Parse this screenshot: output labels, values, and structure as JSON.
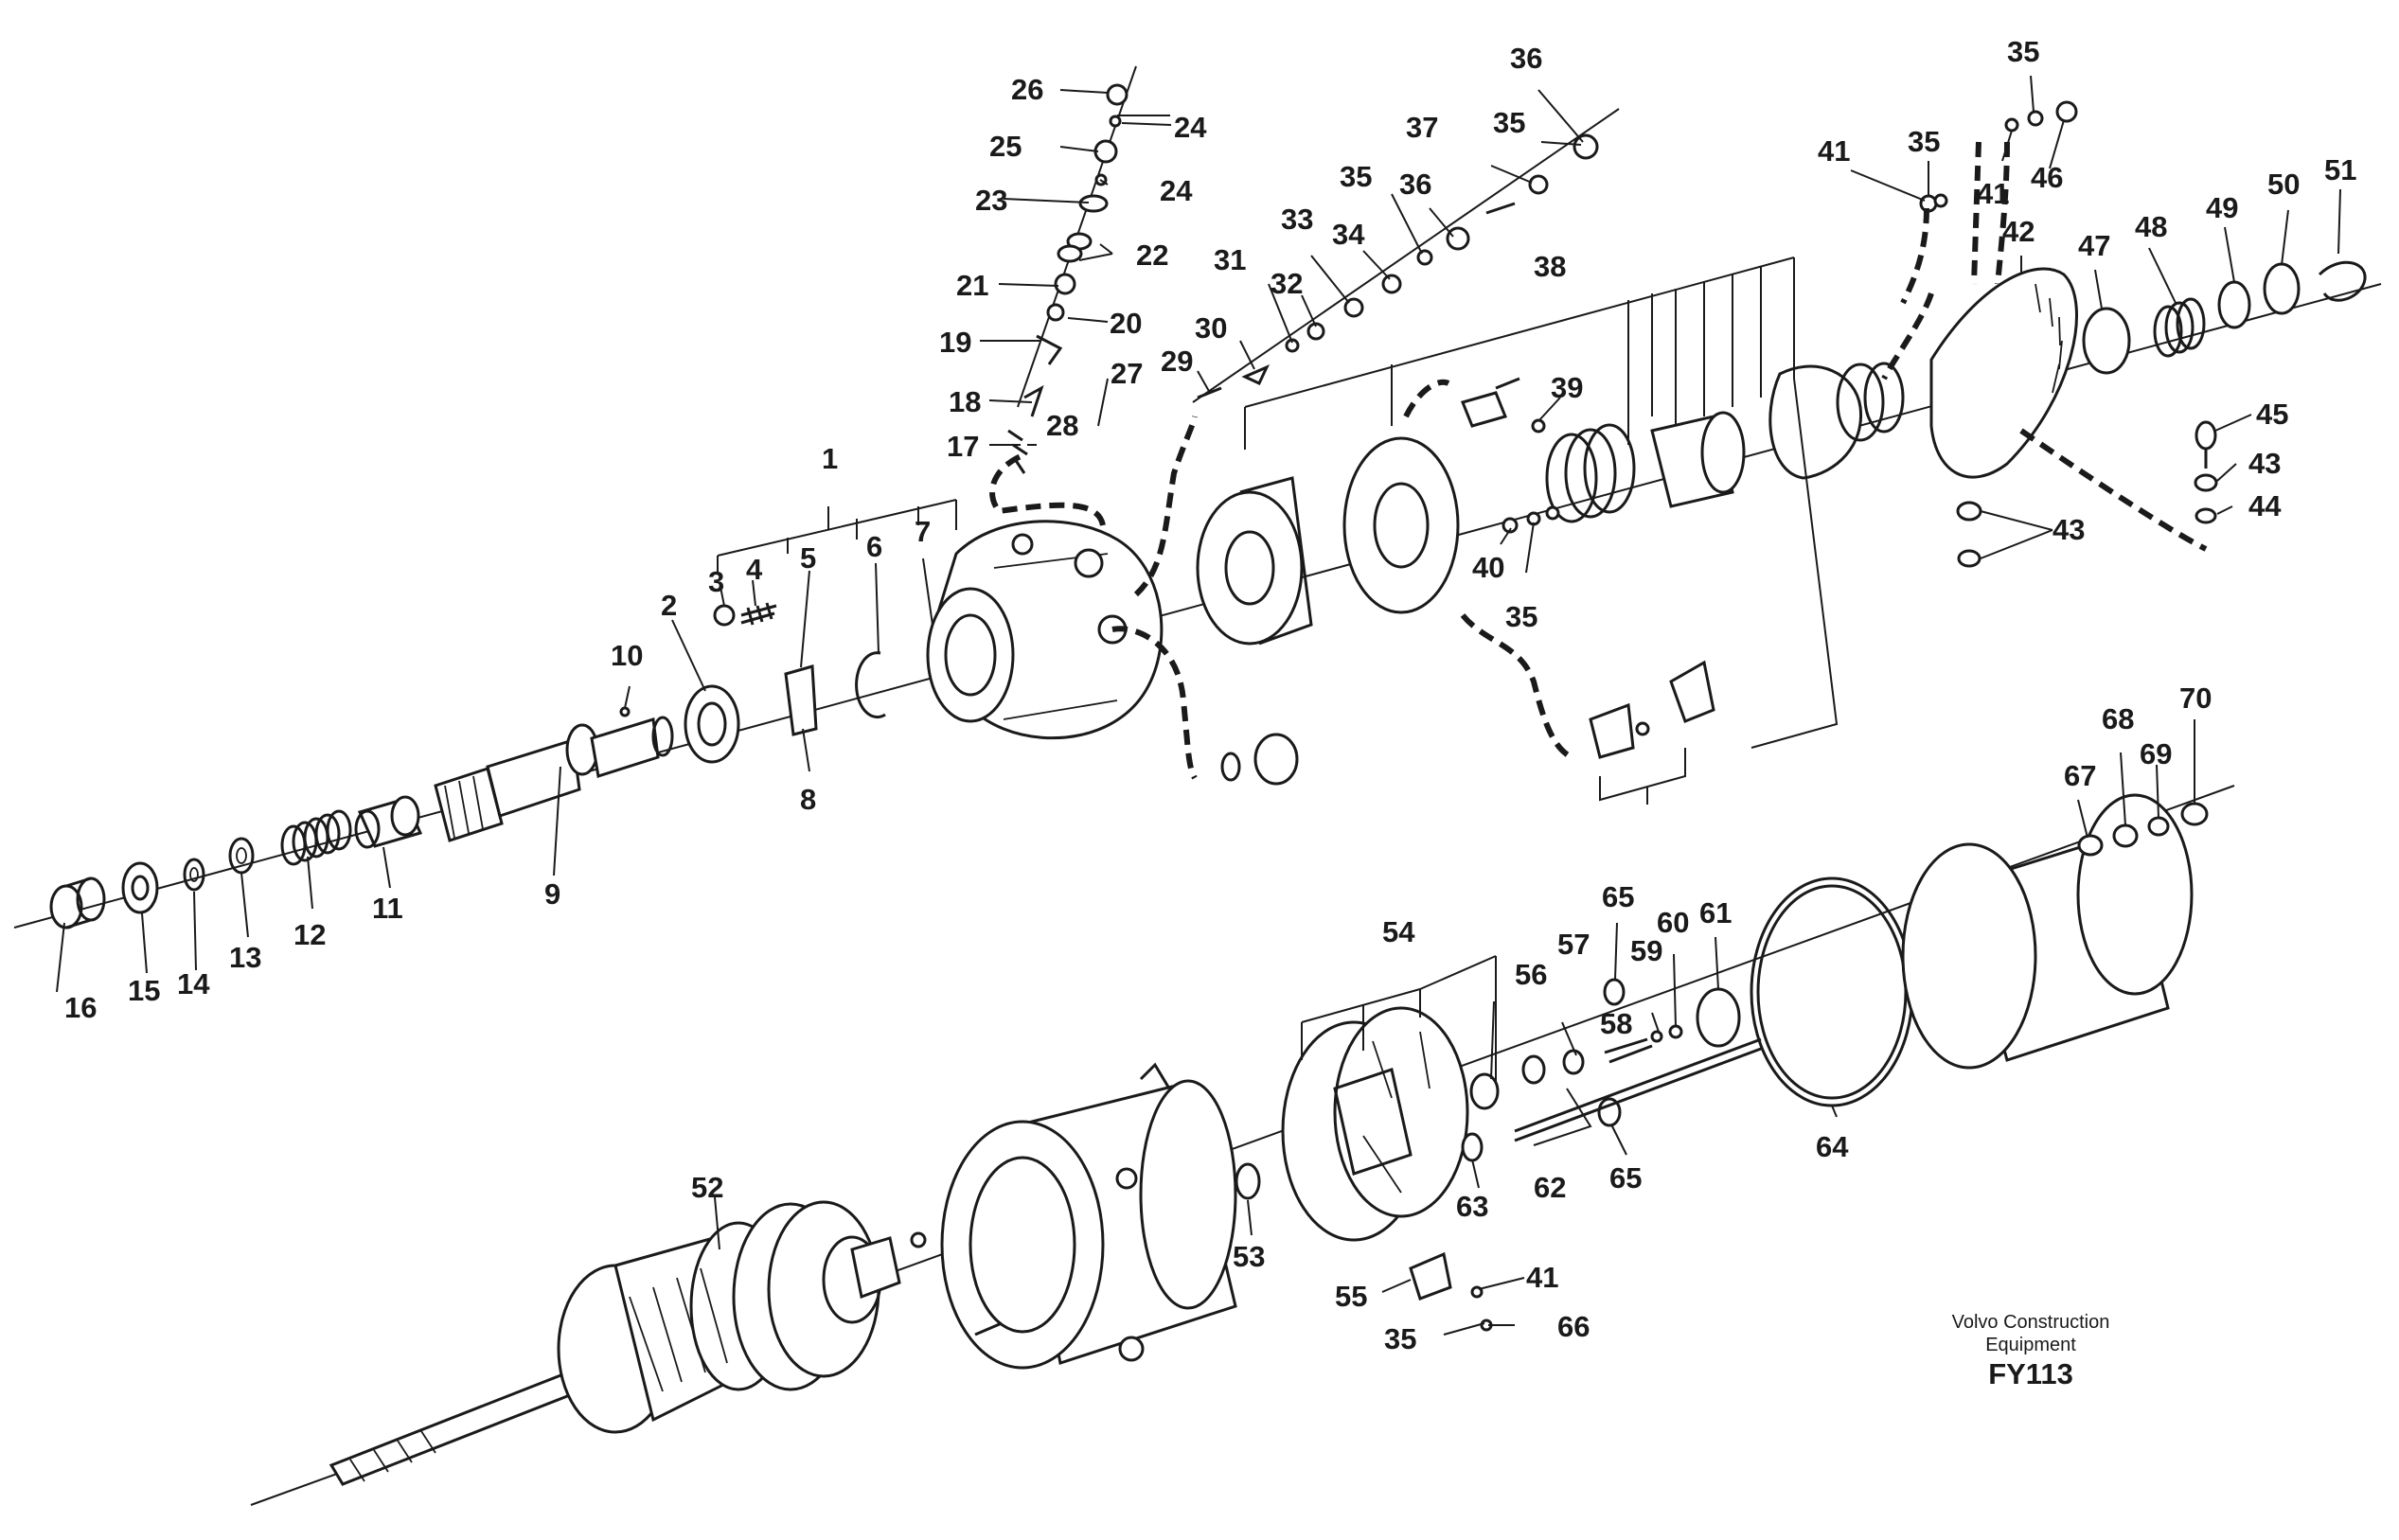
{
  "caption": {
    "line1": "Volvo Construction",
    "line2": "Equipment",
    "code": "FY113"
  },
  "callouts": [
    {
      "id": "c1",
      "text": "1"
    },
    {
      "id": "c2",
      "text": "2"
    },
    {
      "id": "c3",
      "text": "3"
    },
    {
      "id": "c4",
      "text": "4"
    },
    {
      "id": "c5",
      "text": "5"
    },
    {
      "id": "c6",
      "text": "6"
    },
    {
      "id": "c7",
      "text": "7"
    },
    {
      "id": "c8",
      "text": "8"
    },
    {
      "id": "c9",
      "text": "9"
    },
    {
      "id": "c10",
      "text": "10"
    },
    {
      "id": "c11",
      "text": "11"
    },
    {
      "id": "c12",
      "text": "12"
    },
    {
      "id": "c13",
      "text": "13"
    },
    {
      "id": "c14",
      "text": "14"
    },
    {
      "id": "c15",
      "text": "15"
    },
    {
      "id": "c16",
      "text": "16"
    },
    {
      "id": "c17",
      "text": "17"
    },
    {
      "id": "c18",
      "text": "18"
    },
    {
      "id": "c19",
      "text": "19"
    },
    {
      "id": "c20",
      "text": "20"
    },
    {
      "id": "c21",
      "text": "21"
    },
    {
      "id": "c22",
      "text": "22"
    },
    {
      "id": "c23",
      "text": "23"
    },
    {
      "id": "c24a",
      "text": "24"
    },
    {
      "id": "c24b",
      "text": "24"
    },
    {
      "id": "c25",
      "text": "25"
    },
    {
      "id": "c26",
      "text": "26"
    },
    {
      "id": "c27",
      "text": "27"
    },
    {
      "id": "c28",
      "text": "28"
    },
    {
      "id": "c29",
      "text": "29"
    },
    {
      "id": "c30",
      "text": "30"
    },
    {
      "id": "c31",
      "text": "31"
    },
    {
      "id": "c32",
      "text": "32"
    },
    {
      "id": "c33",
      "text": "33"
    },
    {
      "id": "c34",
      "text": "34"
    },
    {
      "id": "c35a",
      "text": "35"
    },
    {
      "id": "c35b",
      "text": "35"
    },
    {
      "id": "c35c",
      "text": "35"
    },
    {
      "id": "c35d",
      "text": "35"
    },
    {
      "id": "c35e",
      "text": "35"
    },
    {
      "id": "c35f",
      "text": "35"
    },
    {
      "id": "c36a",
      "text": "36"
    },
    {
      "id": "c36b",
      "text": "36"
    },
    {
      "id": "c37",
      "text": "37"
    },
    {
      "id": "c38",
      "text": "38"
    },
    {
      "id": "c39",
      "text": "39"
    },
    {
      "id": "c40",
      "text": "40"
    },
    {
      "id": "c41a",
      "text": "41"
    },
    {
      "id": "c41b",
      "text": "41"
    },
    {
      "id": "c41c",
      "text": "41"
    },
    {
      "id": "c42",
      "text": "42"
    },
    {
      "id": "c43a",
      "text": "43"
    },
    {
      "id": "c43b",
      "text": "43"
    },
    {
      "id": "c44",
      "text": "44"
    },
    {
      "id": "c45",
      "text": "45"
    },
    {
      "id": "c46",
      "text": "46"
    },
    {
      "id": "c47",
      "text": "47"
    },
    {
      "id": "c48",
      "text": "48"
    },
    {
      "id": "c49",
      "text": "49"
    },
    {
      "id": "c50",
      "text": "50"
    },
    {
      "id": "c51",
      "text": "51"
    },
    {
      "id": "c52",
      "text": "52"
    },
    {
      "id": "c53",
      "text": "53"
    },
    {
      "id": "c54",
      "text": "54"
    },
    {
      "id": "c55",
      "text": "55"
    },
    {
      "id": "c56",
      "text": "56"
    },
    {
      "id": "c57",
      "text": "57"
    },
    {
      "id": "c58",
      "text": "58"
    },
    {
      "id": "c59",
      "text": "59"
    },
    {
      "id": "c60",
      "text": "60"
    },
    {
      "id": "c61",
      "text": "61"
    },
    {
      "id": "c62",
      "text": "62"
    },
    {
      "id": "c63",
      "text": "63"
    },
    {
      "id": "c64",
      "text": "64"
    },
    {
      "id": "c65a",
      "text": "65"
    },
    {
      "id": "c65b",
      "text": "65"
    },
    {
      "id": "c66",
      "text": "66"
    },
    {
      "id": "c67",
      "text": "67"
    },
    {
      "id": "c68",
      "text": "68"
    },
    {
      "id": "c69",
      "text": "69"
    },
    {
      "id": "c70",
      "text": "70"
    }
  ]
}
